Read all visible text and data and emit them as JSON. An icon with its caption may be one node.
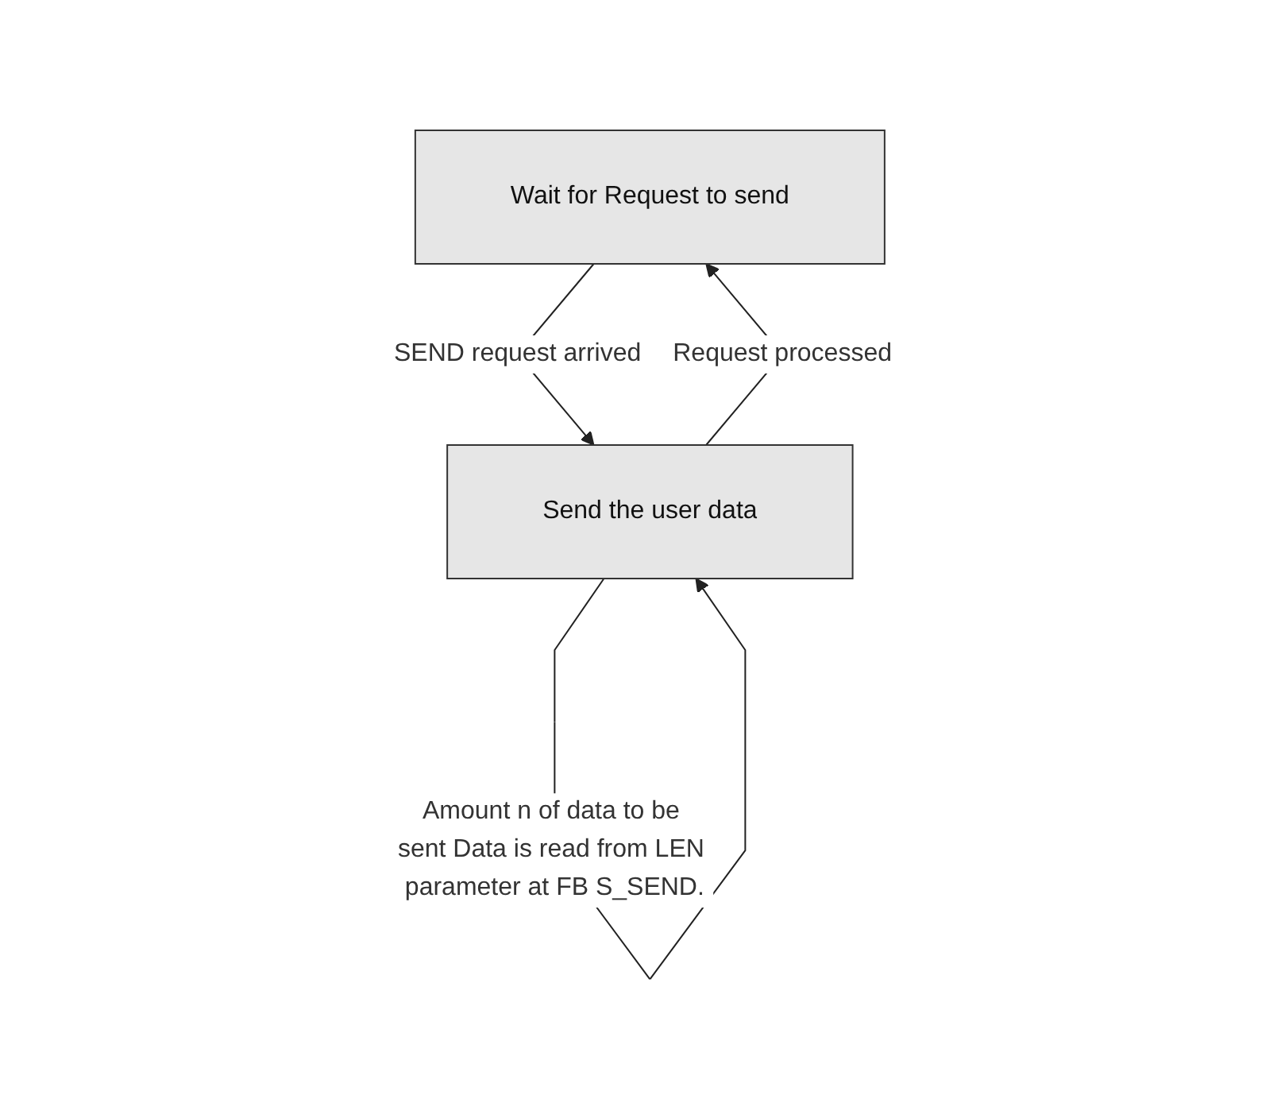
{
  "diagram": {
    "nodes": [
      {
        "text": [
          "Wait for Request to send"
        ]
      },
      {
        "text": [
          "Send the user data"
        ]
      }
    ],
    "edges": [
      {
        "from": 0,
        "to": 1,
        "arrow": "to",
        "label": "SEND request arrived"
      },
      {
        "from": 1,
        "to": 1,
        "arrow": "to",
        "label": "Amount n of data to be sent Data is read from LEN parameter at FB S_SEND."
      },
      {
        "from": 1,
        "to": 0,
        "arrow": "to",
        "label": "Request processed"
      }
    ]
  }
}
